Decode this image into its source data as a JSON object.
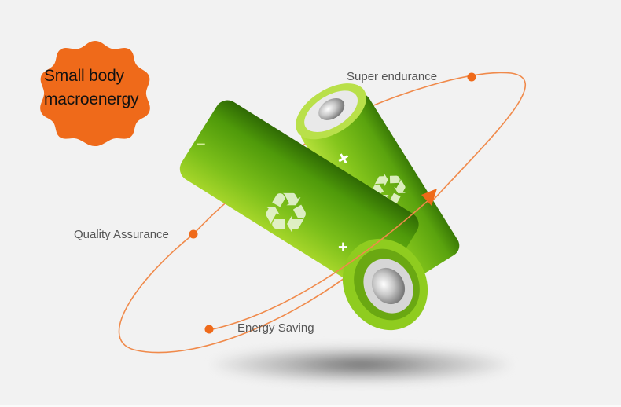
{
  "badge": {
    "line1": "Small body",
    "line2": "macroenergy",
    "color": "#ef6a1a"
  },
  "features": [
    {
      "label": "Super endurance",
      "position": "top-right"
    },
    {
      "label": "Quality Assurance",
      "position": "left"
    },
    {
      "label": "Energy Saving",
      "position": "bottom"
    }
  ],
  "colors": {
    "accent": "#ef6a1a",
    "orbit": "#f08a4b",
    "battery_green": "#7cbf1a",
    "battery_dark": "#3d7a06",
    "background": "#f2f2f2",
    "label_text": "#555555"
  },
  "product": {
    "name": "Green AA battery pair with recycle symbol",
    "markings": [
      "+",
      "-",
      "recycle-symbol"
    ]
  }
}
